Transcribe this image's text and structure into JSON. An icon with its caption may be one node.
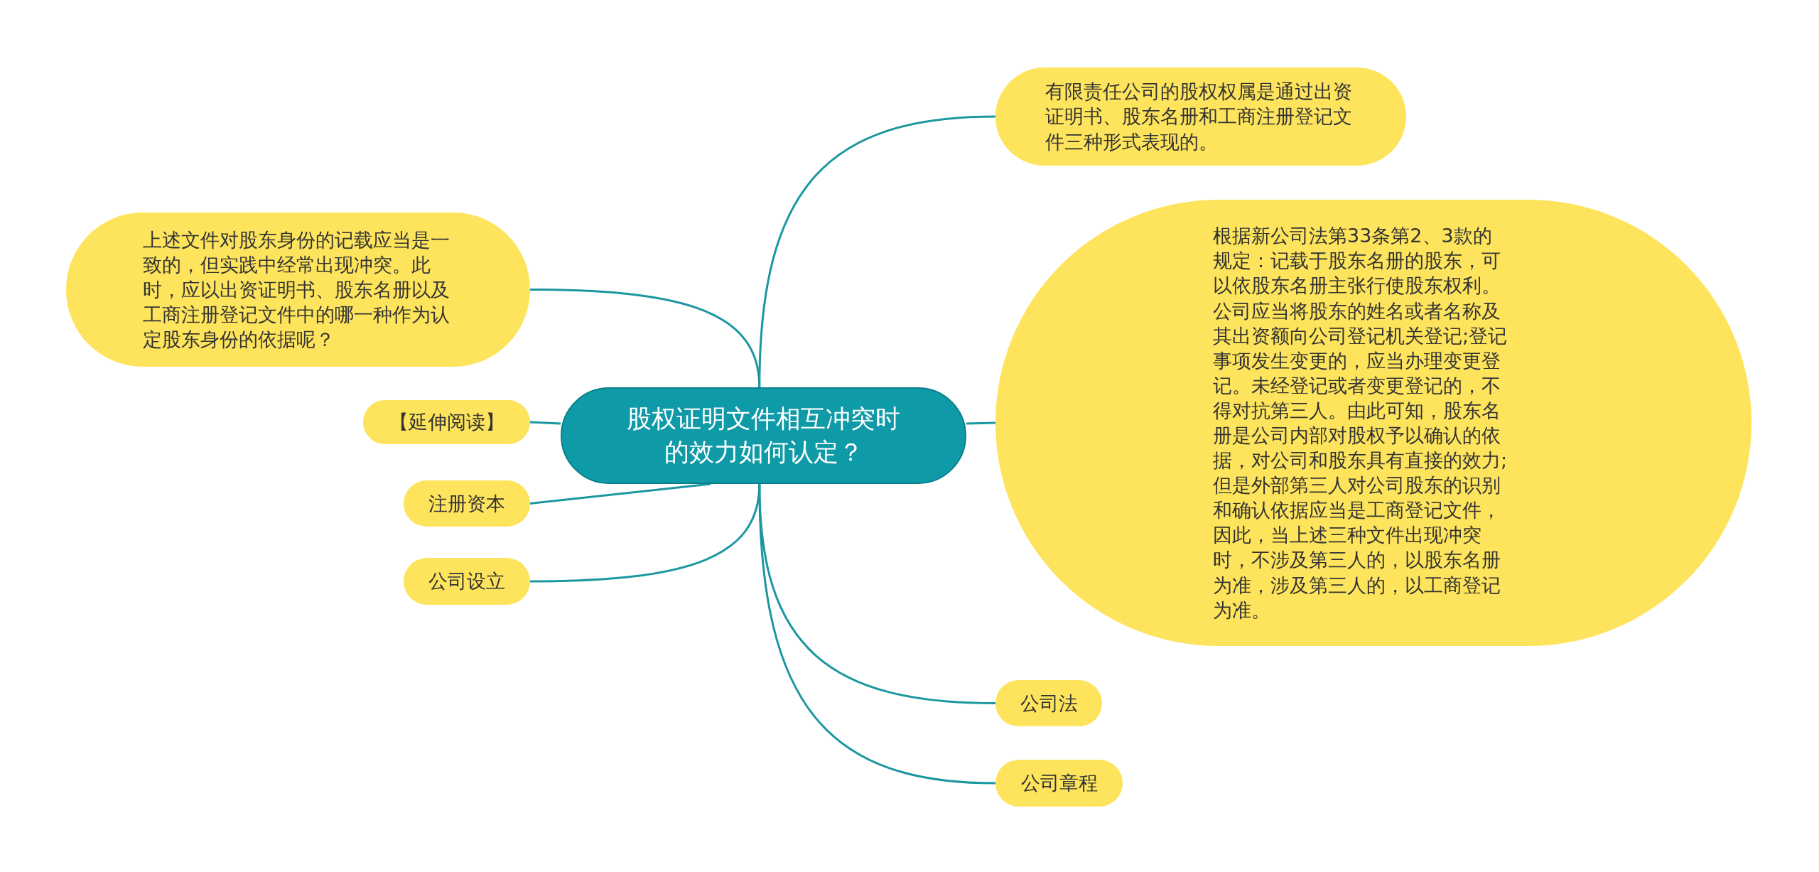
{
  "diagram": {
    "nodes": [
      {
        "text": [
          "股权证明文件相互冲突时的效力如何认定？"
        ]
      },
      {
        "text": [
          "有限责任公司的股权权属是通过出资证明书、股东名册和工商注册登记文件三种形式表现的。"
        ]
      },
      {
        "text": [
          "根据新公司法第33条第2、3款的规定：记载于股东名册的股东，可以依股东名册主张行使股东权利。公司应当将股东的姓名或者名称及其出资额向公司登记机关登记;登记事项发生变更的，应当办理变更登记。未经登记或者变更登记的，不得对抗第三人。由此可知，股东名册是公司内部对股权予以确认的依据，对公司和股东具有直接的效力;但是外部第三人对公司股东的识别和确认依据应当是工商登记文件，因此，当上述三种文件出现冲突时，不涉及第三人的，以股东名册为准，涉及第三人的，以工商登记为准。"
        ]
      },
      {
        "text": [
          "公司法"
        ]
      },
      {
        "text": [
          "公司章程"
        ]
      },
      {
        "text": [
          "上述文件对股东身份的记载应当是一致的，但实践中经常出现冲突。此时，应以出资证明书、股东名册以及工商注册登记文件中的哪一种作为认定股东身份的依据呢？"
        ]
      },
      {
        "text": [
          "【延伸阅读】"
        ]
      },
      {
        "text": [
          "注册资本"
        ]
      },
      {
        "text": [
          "公司设立"
        ]
      }
    ],
    "edges": [
      {
        "from": 0,
        "to": 1,
        "arrow": "none"
      },
      {
        "from": 0,
        "to": 2,
        "arrow": "none"
      },
      {
        "from": 0,
        "to": 3,
        "arrow": "none"
      },
      {
        "from": 0,
        "to": 4,
        "arrow": "none"
      },
      {
        "from": 0,
        "to": 5,
        "arrow": "none"
      },
      {
        "from": 0,
        "to": 6,
        "arrow": "none"
      },
      {
        "from": 0,
        "to": 7,
        "arrow": "none"
      },
      {
        "from": 0,
        "to": 8,
        "arrow": "none"
      }
    ]
  }
}
